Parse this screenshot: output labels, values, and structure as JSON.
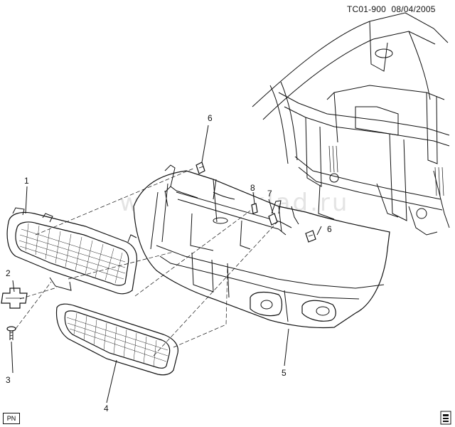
{
  "header": {
    "ref_code": "TC01-900",
    "date": "08/04/2005"
  },
  "watermark": "www.gmsklad.ru",
  "footer": {
    "pn_label": "PN"
  },
  "callouts": [
    "1",
    "2",
    "3",
    "4",
    "5",
    "6",
    "6",
    "7",
    "8"
  ],
  "colors": {
    "ink": "#111111",
    "paper": "#ffffff",
    "watermark": "#cfcfcf"
  }
}
